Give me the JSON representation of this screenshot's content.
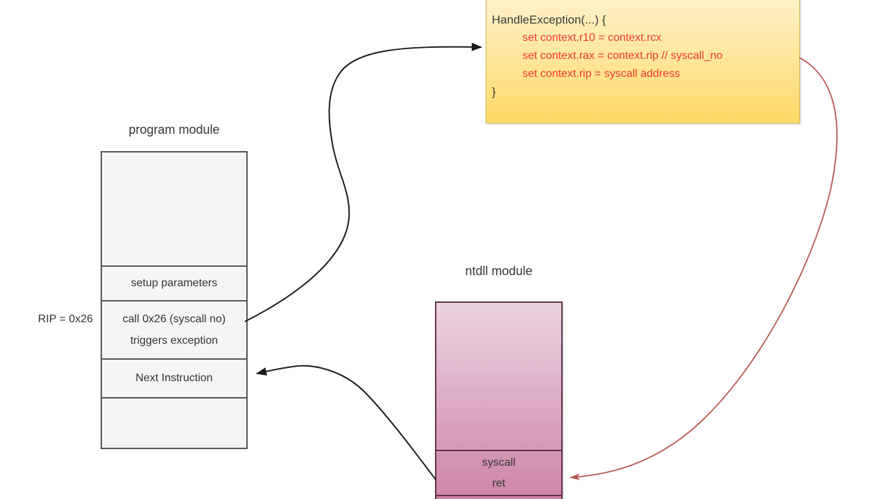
{
  "handler_box": {
    "title": "HandleException(...) {",
    "code_lines": [
      "set context.r10 = context.rcx",
      "set context.rax = context.rip // syscall_no",
      "set context.rip = syscall address"
    ],
    "closing_brace": "}"
  },
  "program_module": {
    "title": "program module",
    "segments": {
      "empty_top": "",
      "setup": "setup parameters",
      "call_line1": "call 0x26 (syscall no)",
      "call_line2": "triggers exception",
      "next": "Next Instruction",
      "empty_bottom": ""
    }
  },
  "rip_label": "RIP = 0x26",
  "ntdll_module": {
    "title": "ntdll module",
    "segments": {
      "empty_top": "",
      "syscall_line1": "syscall",
      "syscall_line2": "ret",
      "empty_bottom": ""
    }
  },
  "arrows": {
    "call_to_handler": "black curved arrow from call instruction to HandleException box",
    "ret_to_next": "black curved arrow from ntdll ret to Next Instruction",
    "handler_to_syscall": "red curved arrow from HandleException box to ntdll syscall"
  },
  "colors": {
    "background": "#ffffff",
    "yellow_box_top": "#fff2cc",
    "yellow_box_bottom": "#ffd966",
    "yellow_box_border": "#d6b656",
    "code_text": "#ee3a2c",
    "dark_text": "#333333",
    "gray_box_fill": "#f5f5f5",
    "gray_box_border": "#555555",
    "pink_box_top": "#ecd4e2",
    "pink_box_bottom": "#cd84a8",
    "pink_box_border": "#5e3148",
    "black_arrow": "#1a1a1a",
    "red_arrow": "#b85450"
  }
}
